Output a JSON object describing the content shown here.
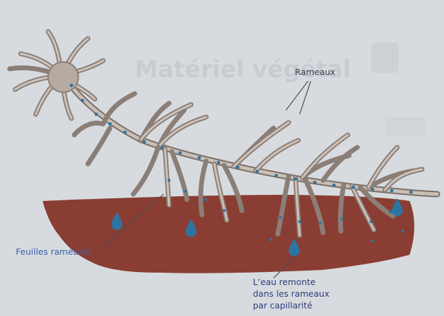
{
  "diagram": {
    "labels": {
      "rameaux": "Rameaux",
      "feuilles_rameales": "Feuilles raméales",
      "eau_line1": "L’eau remonte",
      "eau_line2": "dans les rameaux",
      "eau_line3": "par capillarité"
    },
    "background_heading": "Matériel végétal",
    "colors": {
      "soil": "#8a3d32",
      "plant": "#b7aba1",
      "plant_outline": "#7a6d66",
      "droplet": "#2d74a3",
      "paper": "#dcdfe3",
      "label_blue": "#3b5fa8"
    }
  }
}
